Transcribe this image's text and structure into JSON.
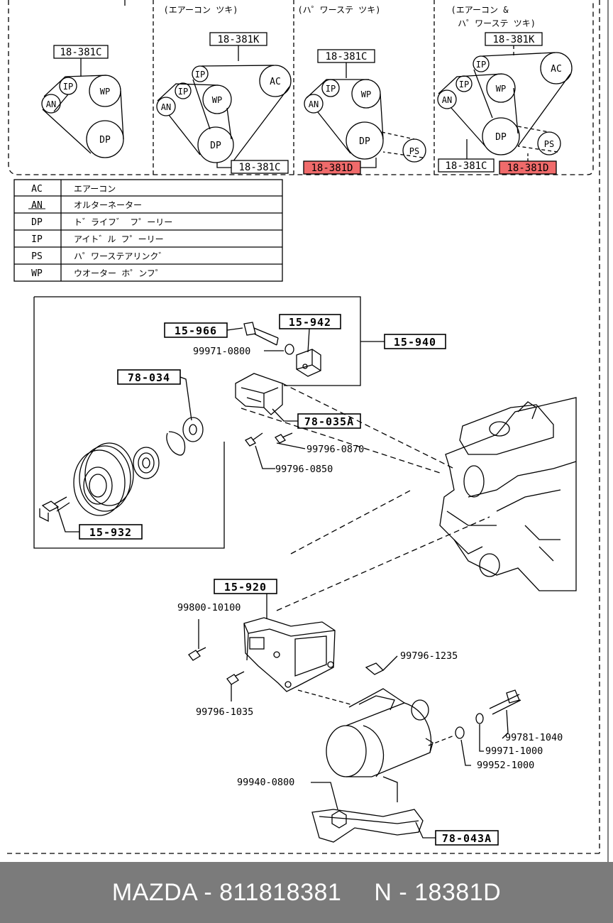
{
  "colors": {
    "highlight": "#f06b6b",
    "footer_bg": "#7b7b7b",
    "footer_text": "#ffffff",
    "line": "#000000"
  },
  "belt_layouts": {
    "panel_1": {
      "belt_part": "18-381C",
      "pulleys": {
        "an": "AN",
        "ip": "IP",
        "wp": "WP",
        "dp": "DP"
      }
    },
    "panel_2": {
      "heading": "(エアーコン ツキ)",
      "part_top": "18-381K",
      "part_bottom": "18-381C",
      "pulleys": {
        "ip_top": "IP",
        "ac": "AC",
        "ip": "IP",
        "an": "AN",
        "wp": "WP",
        "dp": "DP"
      }
    },
    "panel_3": {
      "heading": "(ハ゜ワーステ ツキ)",
      "part_top": "18-381C",
      "part_bottom": "18-381D",
      "pulleys": {
        "ip": "IP",
        "an": "AN",
        "wp": "WP",
        "dp": "DP",
        "ps": "PS"
      }
    },
    "panel_4": {
      "heading_line1": "(エアーコン &",
      "heading_line2": "ハ゜ワーステ ツキ)",
      "part_top": "18-381K",
      "part_bottom_left": "18-381C",
      "part_bottom_right": "18-381D",
      "pulleys": {
        "ip_top": "IP",
        "ac": "AC",
        "ip": "IP",
        "an": "AN",
        "wp": "WP",
        "dp": "DP",
        "ps": "PS"
      }
    }
  },
  "legend": [
    {
      "code": "AC",
      "name": "エアーコン"
    },
    {
      "code": "AN",
      "name": "オルターネーター"
    },
    {
      "code": "DP",
      "name": "ト゛ライフ゛ フ゜ーリー"
    },
    {
      "code": "IP",
      "name": "アイト゛ル フ゜ーリー"
    },
    {
      "code": "PS",
      "name": "ハ゜ワーステアリンク゛"
    },
    {
      "code": "WP",
      "name": "ウオーター ホ゜ンフ゜"
    }
  ],
  "parts": {
    "p15_966": "15-966",
    "p15_942": "15-942",
    "p15_940": "15-940",
    "p99971_0800": "99971-0800",
    "p78_034": "78-034",
    "p78_035a": "78-035A",
    "p99796_0870": "99796-0870",
    "p99796_0850": "99796-0850",
    "p15_932": "15-932",
    "p15_920": "15-920",
    "p99800_10100": "99800-10100",
    "p99796_1235": "99796-1235",
    "p99796_1035": "99796-1035",
    "p99781_1040": "99781-1040",
    "p99971_1000": "99971-1000",
    "p99952_1000": "99952-1000",
    "p99940_0800": "99940-0800",
    "p78_043a": "78-043A"
  },
  "footer": {
    "left": "MAZDA - 811818381",
    "right": "N - 18381D"
  }
}
